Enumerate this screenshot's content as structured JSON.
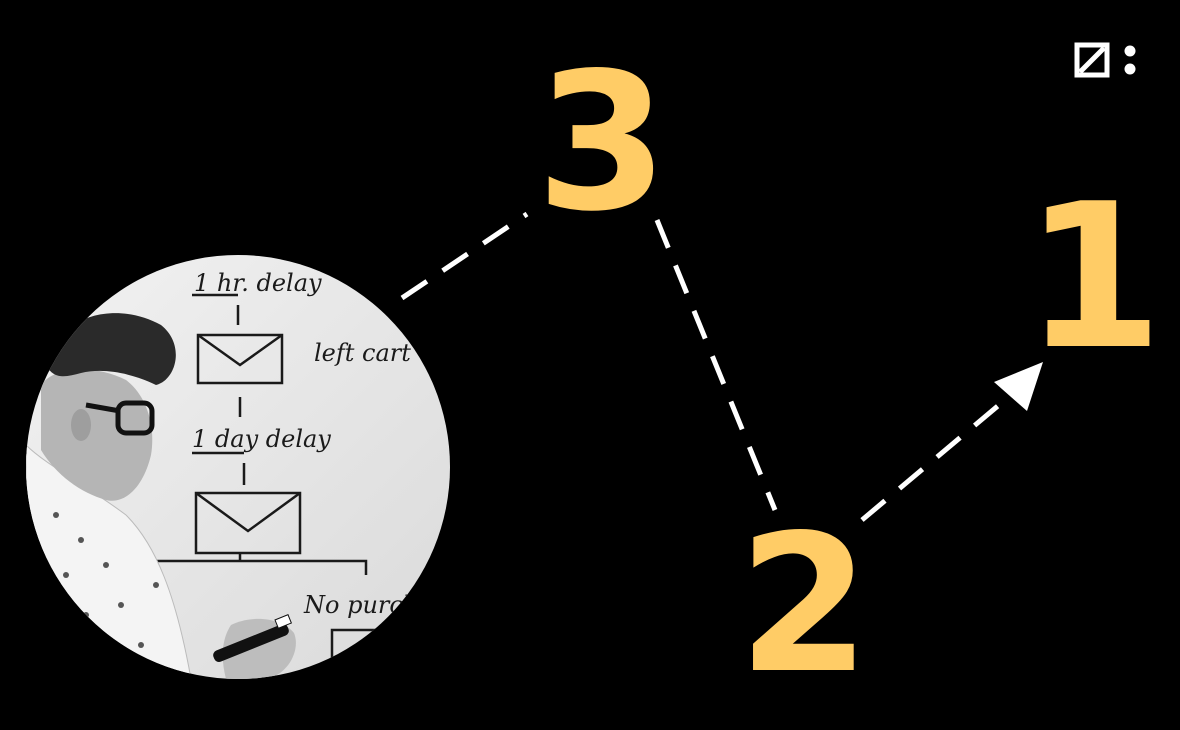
{
  "colors": {
    "background": "#000000",
    "accent": "#FFCC66",
    "line": "#FFFFFF",
    "whiteboard": "#E8E8E8"
  },
  "steps": {
    "first": "1",
    "second": "2",
    "third": "3"
  },
  "logo": {
    "icon": "slashed-square-colon-logo"
  },
  "photo": {
    "icon": "whiteboard-flowchart-photo",
    "whiteboard_notes": {
      "delay_hour": "1 hr. delay",
      "left_cart": "left cart",
      "delay_day": "1 day delay",
      "no_purchase": "No purch"
    }
  }
}
